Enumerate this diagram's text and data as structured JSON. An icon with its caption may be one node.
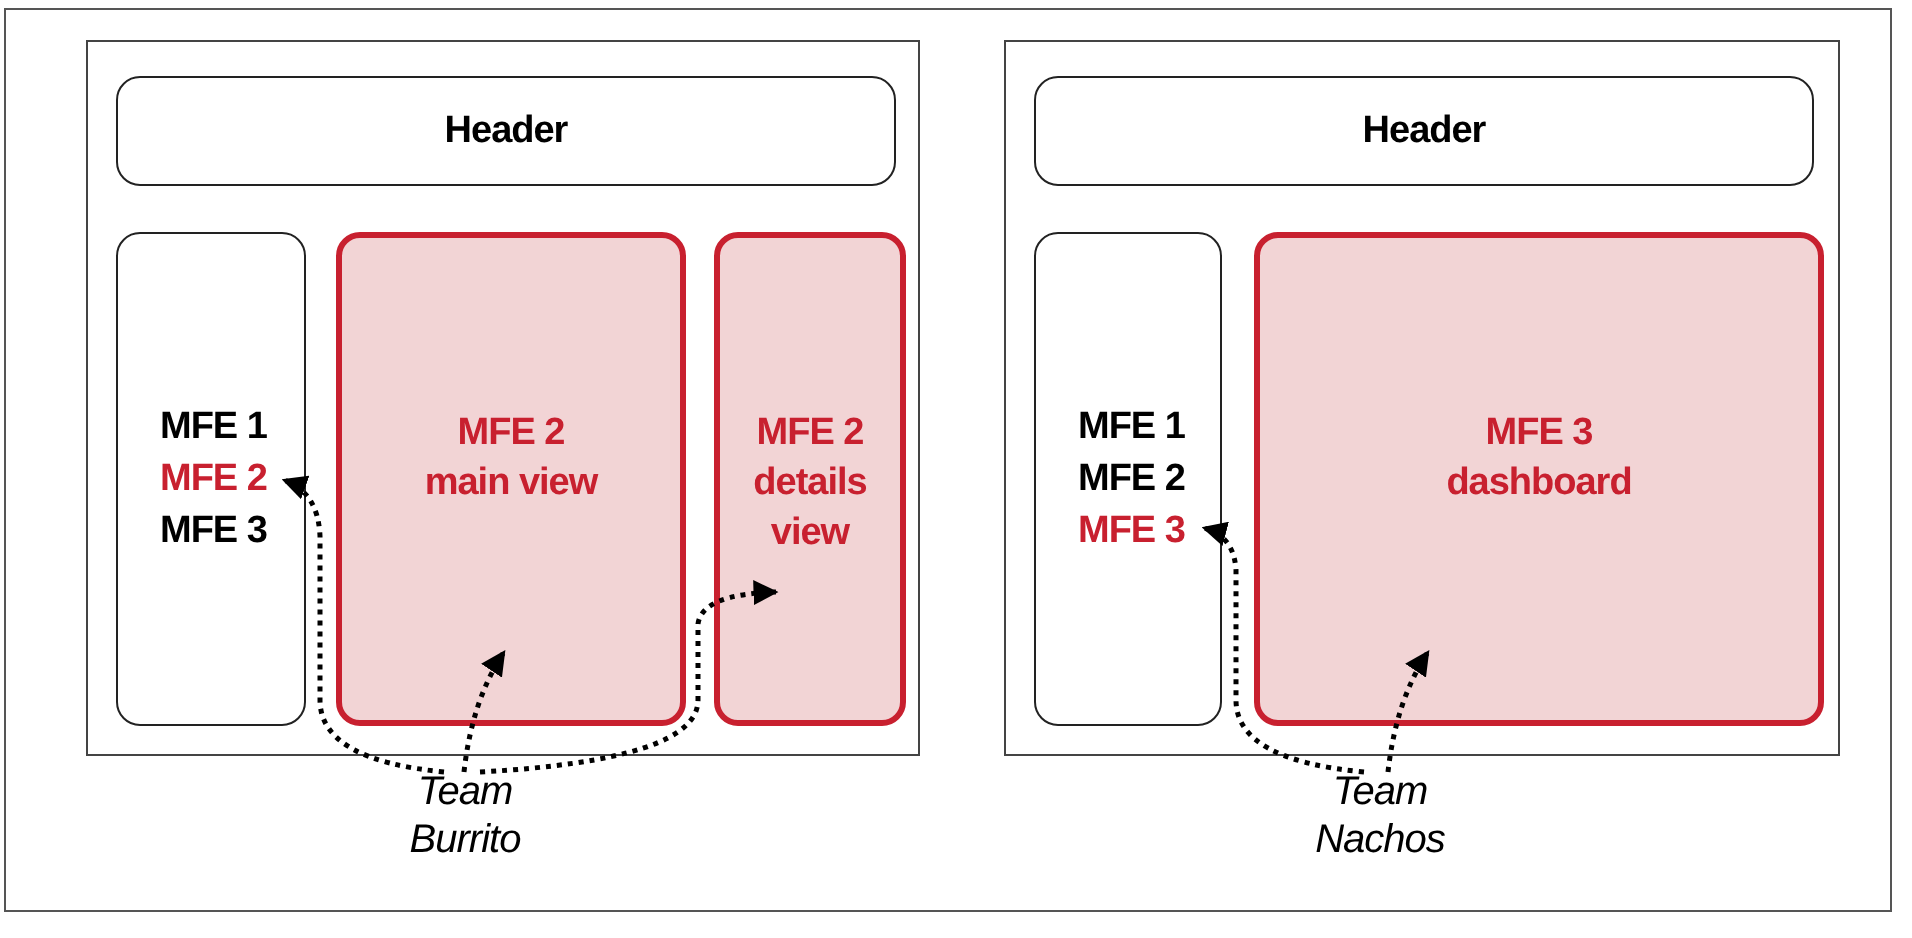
{
  "diagram": {
    "nodes": [
      {
        "text": [],
        "shape": "box"
      },
      {
        "text": [
          "Header"
        ],
        "in": 0
      },
      {
        "text": [],
        "shape": "box",
        "in": 0
      },
      {
        "text": [
          "MFE 1"
        ],
        "in": 2
      },
      {
        "text": [
          "MFE 2"
        ],
        "in": 2
      },
      {
        "text": [
          "MFE 3"
        ],
        "in": 2
      },
      {
        "text": [
          "MFE 2 main view"
        ],
        "in": 0
      },
      {
        "text": [
          "MFE 2 details view"
        ],
        "in": 0
      },
      {
        "text": [
          "Team Burrito"
        ]
      },
      {
        "text": [],
        "shape": "box"
      },
      {
        "text": [
          "Header"
        ],
        "in": 9
      },
      {
        "text": [],
        "shape": "box",
        "in": 9
      },
      {
        "text": [
          "MFE 1"
        ],
        "in": 11
      },
      {
        "text": [
          "MFE 2"
        ],
        "in": 11
      },
      {
        "text": [
          "MFE 3"
        ],
        "in": 11
      },
      {
        "text": [
          "MFE 3 dashboard"
        ],
        "in": 9
      },
      {
        "text": [
          "Team Nachos"
        ]
      }
    ],
    "edges": [
      {
        "from": 8,
        "to": 4,
        "arrow": "to",
        "style": "dashed"
      },
      {
        "from": 8,
        "to": 6,
        "arrow": "to",
        "style": "dashed"
      },
      {
        "from": 8,
        "to": 7,
        "arrow": "to",
        "style": "dashed"
      },
      {
        "from": 16,
        "to": 14,
        "arrow": "to",
        "style": "dashed"
      },
      {
        "from": 16,
        "to": 15,
        "arrow": "to",
        "style": "dashed"
      }
    ]
  }
}
